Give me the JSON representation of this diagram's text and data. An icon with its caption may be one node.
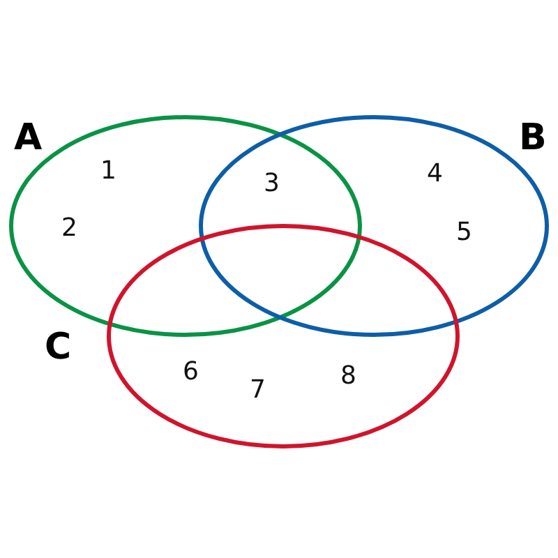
{
  "diagram": {
    "nodes": [
      {
        "text": [
          "A"
        ]
      },
      {
        "text": [
          "B"
        ]
      },
      {
        "text": [
          "C"
        ]
      }
    ],
    "labels": [
      "1",
      "2",
      "3",
      "4",
      "5",
      "6",
      "7",
      "8"
    ]
  }
}
